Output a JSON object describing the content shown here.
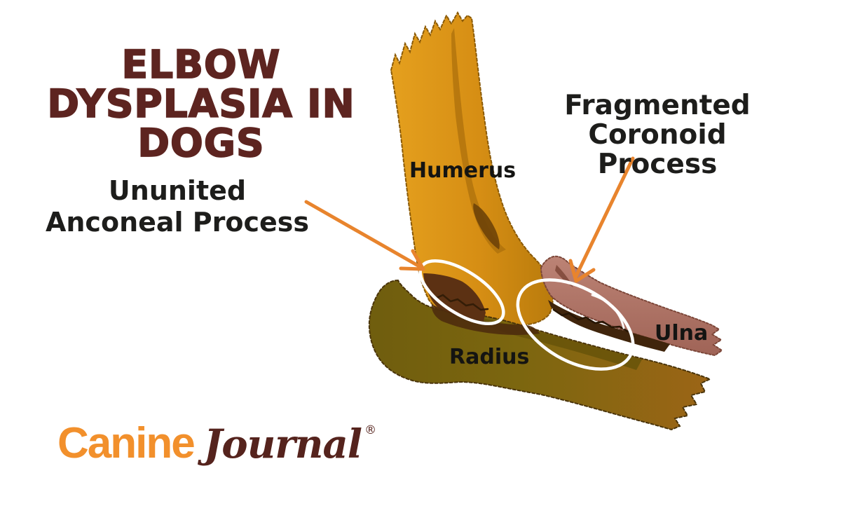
{
  "page": {
    "background": "#FFFFFF",
    "kind": "veterinary anatomy infographic"
  },
  "title": {
    "lines": [
      "ELBOW",
      "DYSPLASIA IN",
      "DOGS"
    ],
    "color": "#5D2420"
  },
  "callouts": {
    "ununited": {
      "line1": "Ununited",
      "line2": "Anconeal Process"
    },
    "fragmented": {
      "line1": "Fragmented Coronoid",
      "line2": "Process"
    }
  },
  "bone_labels": {
    "humerus": "Humerus",
    "radius": "Radius",
    "ulna": "Ulna"
  },
  "logo": {
    "word1": "Canine",
    "word2": "Journal",
    "registered": "®",
    "word1_color": "#F2902C",
    "word2_color": "#55231D"
  },
  "illustration": {
    "arrow_color": "#E8842D",
    "highlight_ring_color": "#FFFFFF",
    "humerus_color": "#D9921A",
    "radius_color": "#7C660F",
    "ulna_color": "#B3786C",
    "shadow_color": "#4E2C0D"
  }
}
